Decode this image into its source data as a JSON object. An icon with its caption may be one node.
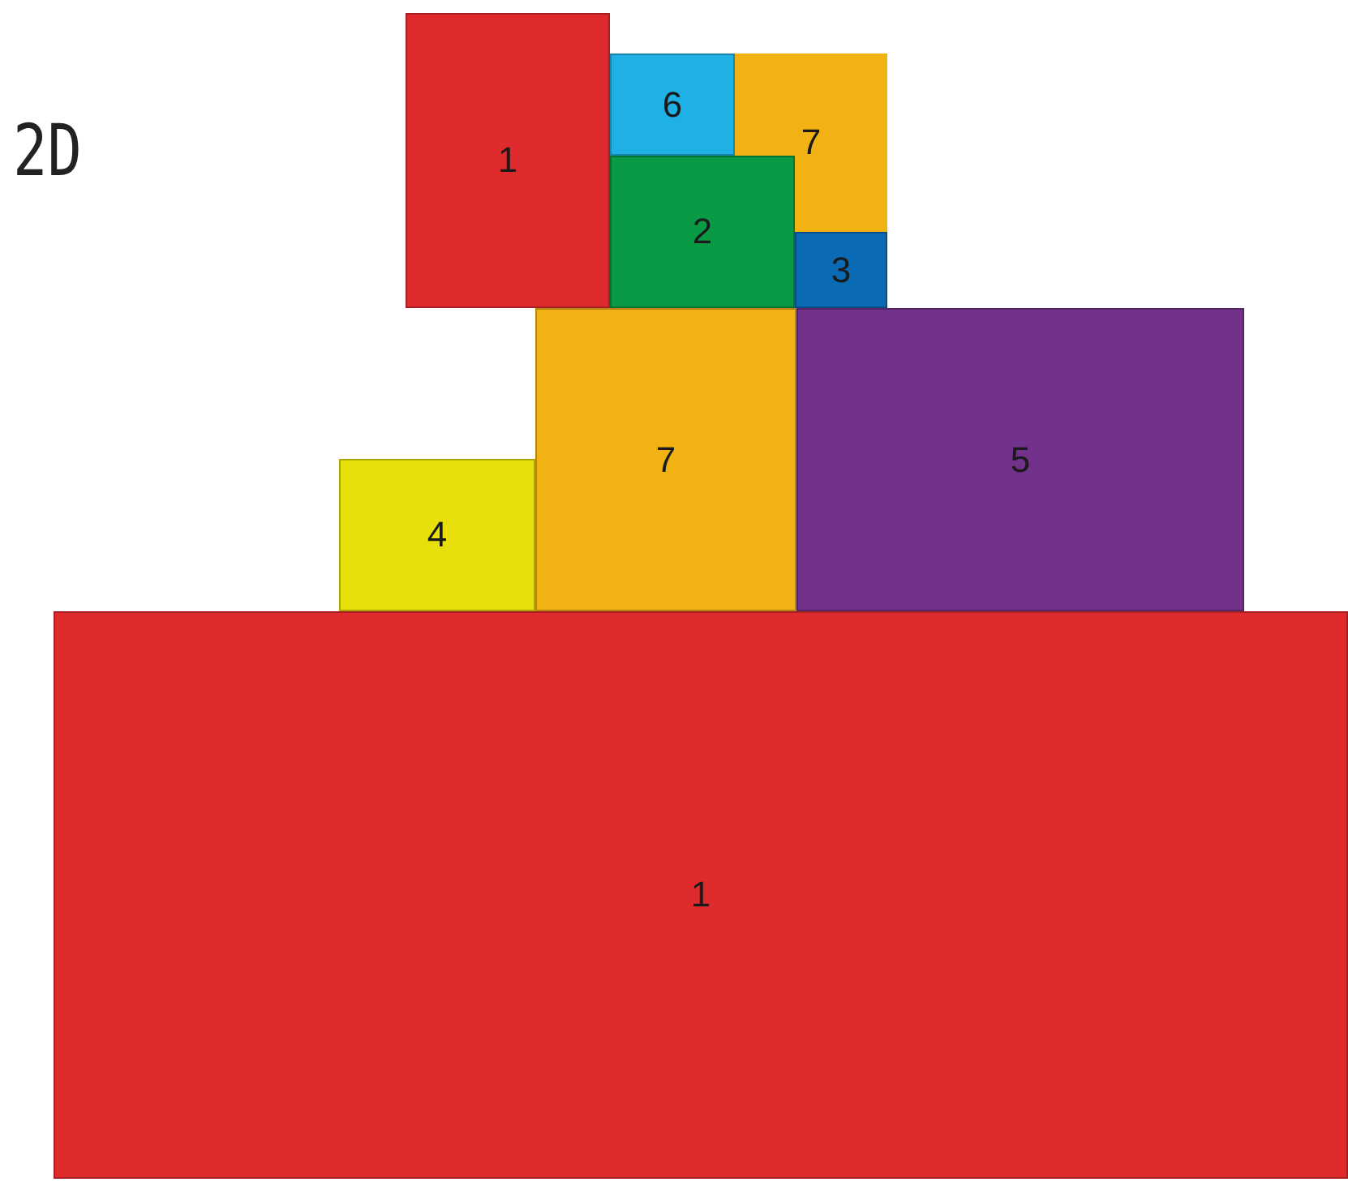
{
  "diagram": {
    "nodes": [
      {
        "text": [
          "1"
        ]
      },
      {
        "text": [
          "6"
        ]
      },
      {
        "text": [
          "7"
        ]
      },
      {
        "text": [
          "2"
        ]
      },
      {
        "text": [
          "3"
        ]
      },
      {
        "text": [
          "7"
        ]
      },
      {
        "text": [
          "5"
        ]
      },
      {
        "text": [
          "4"
        ]
      },
      {
        "text": [
          "1"
        ]
      }
    ],
    "labels": [
      "2D"
    ]
  }
}
